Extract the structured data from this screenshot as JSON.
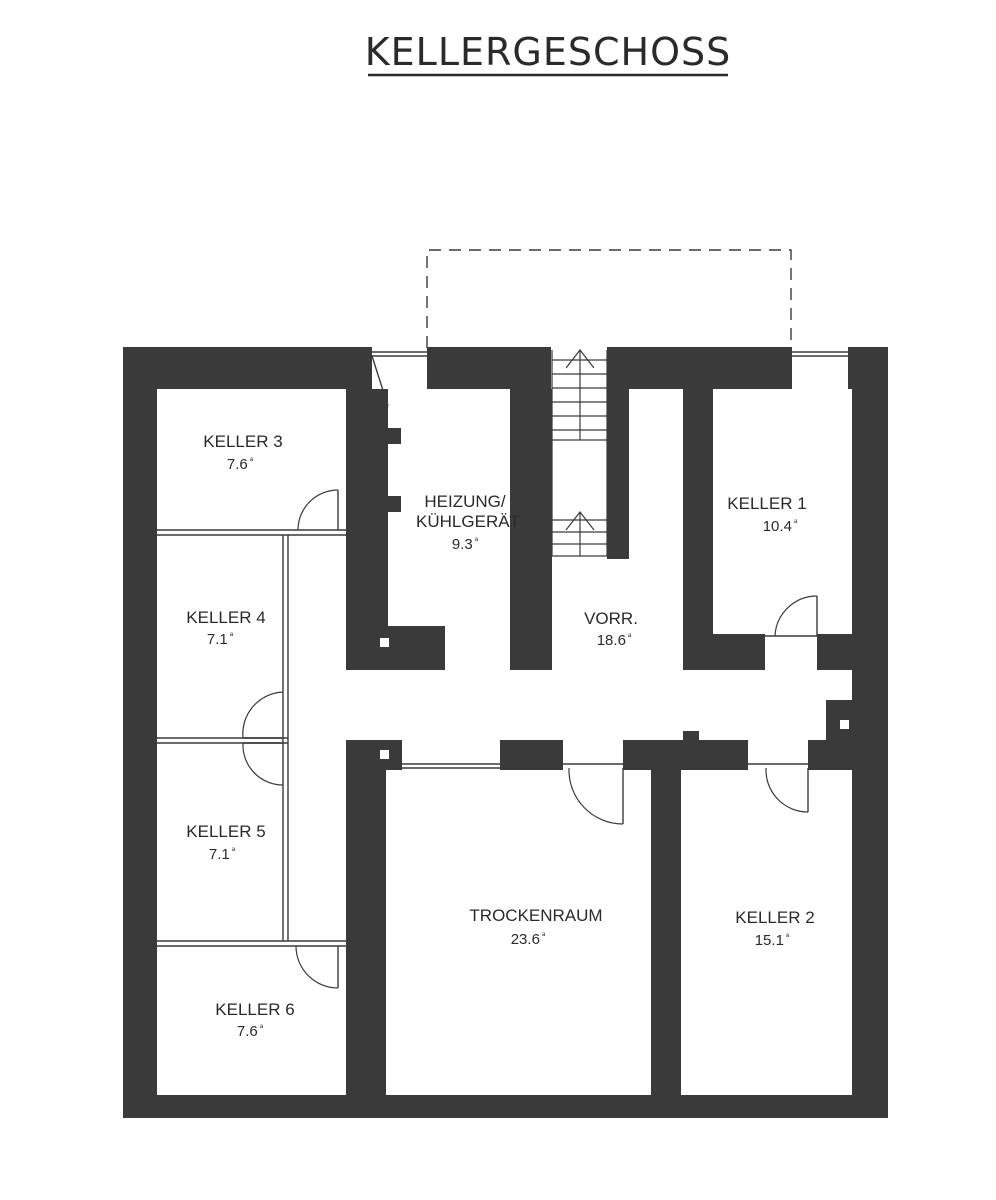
{
  "title": "KELLERGESCHOSS",
  "area_unit_mark": "m²",
  "rooms": [
    {
      "id": "keller3",
      "name": "KELLER 3",
      "area": "7.6"
    },
    {
      "id": "heizung",
      "name_line1": "HEIZUNG/",
      "name_line2": "KÜHLGERÄT",
      "area": "9.3"
    },
    {
      "id": "keller1",
      "name": "KELLER 1",
      "area": "10.4"
    },
    {
      "id": "keller4",
      "name": "KELLER  4",
      "area": "7.1"
    },
    {
      "id": "vorr",
      "name": "VORR.",
      "area": "18.6"
    },
    {
      "id": "keller5",
      "name": "KELLER 5",
      "area": "7.1"
    },
    {
      "id": "trockenraum",
      "name": "TROCKENRAUM",
      "area": "23.6"
    },
    {
      "id": "keller2",
      "name": "KELLER 2",
      "area": "15.1"
    },
    {
      "id": "keller6",
      "name": "KELLER 6",
      "area": "7.6"
    }
  ],
  "colors": {
    "wall": "#3a3a3a",
    "line": "#3a3a3a",
    "background": "#ffffff"
  }
}
